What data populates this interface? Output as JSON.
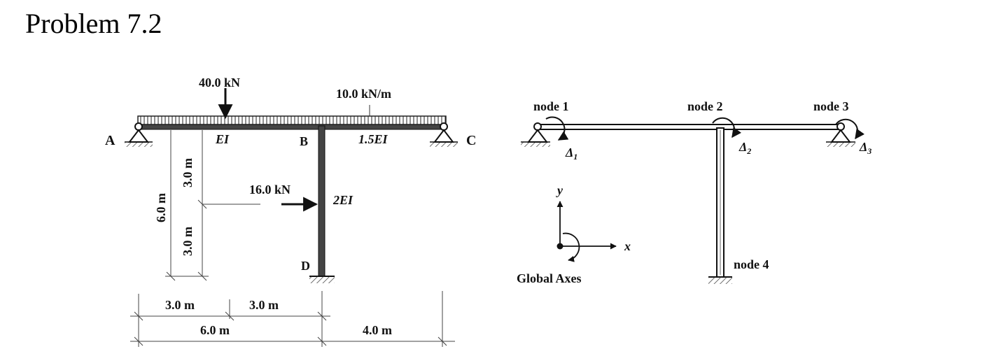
{
  "title": "Problem 7.2",
  "left_frame": {
    "point_load": "40.0 kN",
    "distributed_load": "10.0 kN/m",
    "horizontal_load": "16.0 kN",
    "joint_a": "A",
    "joint_b": "B",
    "joint_c": "C",
    "joint_d": "D",
    "stiffness_ab": "EI",
    "stiffness_bc": "1.5EI",
    "stiffness_bd": "2EI",
    "dim_column_total": "6.0 m",
    "dim_column_upper": "3.0 m",
    "dim_column_lower": "3.0 m",
    "dim_span_a1": "3.0 m",
    "dim_span_a2": "3.0 m",
    "dim_span_ab": "6.0 m",
    "dim_span_bc": "4.0 m"
  },
  "right_frame": {
    "node1": "node 1",
    "node2": "node 2",
    "node3": "node 3",
    "node4": "node 4",
    "delta_1": "Δ",
    "delta_1_sub": "1",
    "delta_2": "Δ",
    "delta_2_sub": "2",
    "delta_3": "Δ",
    "delta_3_sub": "3",
    "axis_x": "x",
    "axis_y": "y",
    "global_axes": "Global Axes"
  }
}
